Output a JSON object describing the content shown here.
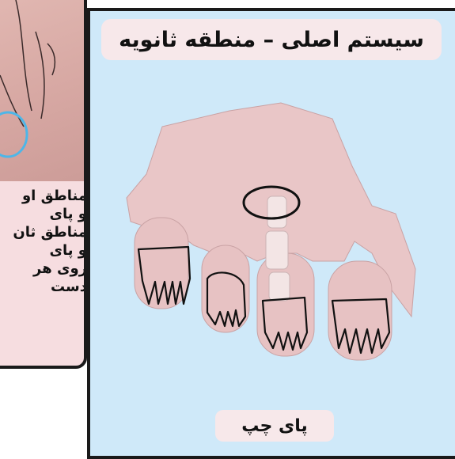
{
  "title": "سیستم اصلی – منطقه ثانویه",
  "caption": "پای چپ",
  "left_text_lines": [
    "مناطق او",
    "و پای",
    "مناطق ثان",
    "و پای",
    "روی هر",
    "دست"
  ],
  "colors": {
    "panel_bg": "#cfe9f9",
    "badge_bg": "#f7e8ea",
    "skin": "#e9c6c7",
    "highlight_ring": "#4db6e8"
  }
}
